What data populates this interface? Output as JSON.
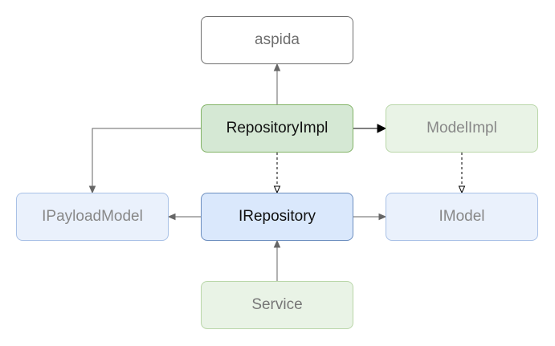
{
  "nodes": {
    "aspida": {
      "label": "aspida",
      "fill": "#ffffff",
      "stroke": "#6f6f6f",
      "text_color": "#6f6f6f"
    },
    "repository_impl": {
      "label": "RepositoryImpl",
      "fill": "#d5e8d4",
      "stroke": "#82b366",
      "text_color": "#111111"
    },
    "model_impl": {
      "label": "ModelImpl",
      "fill": "#e9f3e6",
      "stroke": "#b9d6a8",
      "text_color": "#888888"
    },
    "ipayload_model": {
      "label": "IPayloadModel",
      "fill": "#eaf1fc",
      "stroke": "#a9c1e6",
      "text_color": "#888888"
    },
    "irepository": {
      "label": "IRepository",
      "fill": "#dae8fc",
      "stroke": "#6c8ebf",
      "text_color": "#111111"
    },
    "imodel": {
      "label": "IModel",
      "fill": "#eaf1fc",
      "stroke": "#a9c1e6",
      "text_color": "#888888"
    },
    "service": {
      "label": "Service",
      "fill": "#e9f3e6",
      "stroke": "#b9d6a8",
      "text_color": "#777777"
    }
  },
  "edges": [
    {
      "from": "repository_impl",
      "to": "aspida",
      "style": "solid",
      "head": "open",
      "color": "#666666"
    },
    {
      "from": "repository_impl",
      "to": "model_impl",
      "style": "solid",
      "head": "filled",
      "color": "#000000"
    },
    {
      "from": "repository_impl",
      "to": "ipayload_model",
      "style": "solid",
      "head": "open",
      "color": "#666666"
    },
    {
      "from": "repository_impl",
      "to": "irepository",
      "style": "dashed",
      "head": "hollow",
      "color": "#000000"
    },
    {
      "from": "model_impl",
      "to": "imodel",
      "style": "dashed",
      "head": "hollow",
      "color": "#000000"
    },
    {
      "from": "irepository",
      "to": "ipayload_model",
      "style": "solid",
      "head": "open",
      "color": "#666666"
    },
    {
      "from": "irepository",
      "to": "imodel",
      "style": "solid",
      "head": "open",
      "color": "#666666"
    },
    {
      "from": "service",
      "to": "irepository",
      "style": "solid",
      "head": "open",
      "color": "#666666"
    }
  ]
}
